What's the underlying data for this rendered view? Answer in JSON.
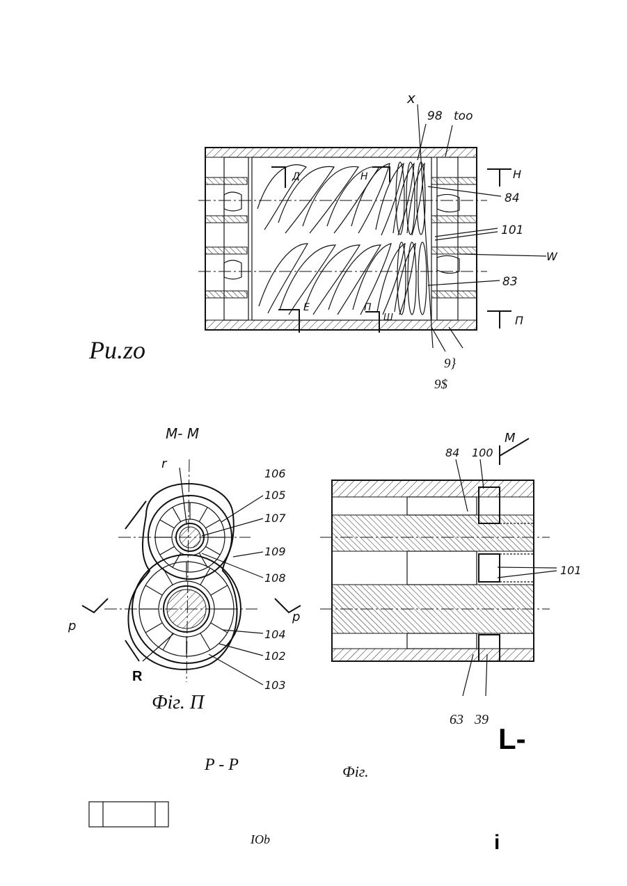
{
  "top_figure": {
    "caption": "Pu.zo",
    "labels": [
      "x",
      "98",
      "too",
      "H",
      "84",
      "101",
      "W",
      "83",
      "П",
      "9}",
      "9$",
      "Д",
      "H",
      "E",
      "П",
      "Ш"
    ]
  },
  "section_view": {
    "title": "M- M",
    "labels": [
      "r",
      "106",
      "105",
      "107",
      "109",
      "108",
      "p",
      "p",
      "104",
      "102",
      "R",
      "103"
    ],
    "caption": "Фіг. П"
  },
  "side_view": {
    "labels": [
      "M",
      "84",
      "100",
      "101",
      "63",
      "39"
    ],
    "big_mark": "L-"
  },
  "bottom": {
    "section_label": "P - P",
    "fig_caption": "Фіг.",
    "page_number": "IOb",
    "corner_mark": "i"
  }
}
